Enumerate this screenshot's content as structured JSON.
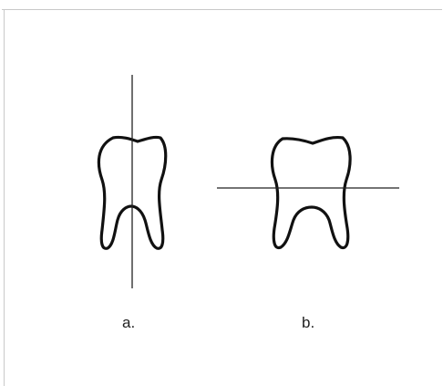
{
  "figure": {
    "panels": [
      {
        "label": "a.",
        "section_orientation": "vertical"
      },
      {
        "label": "b.",
        "section_orientation": "horizontal"
      }
    ]
  }
}
